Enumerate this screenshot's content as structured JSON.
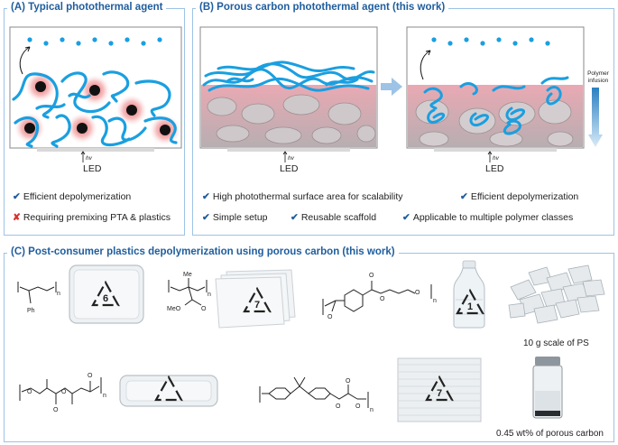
{
  "panel_a": {
    "title": "(A) Typical photothermal agent",
    "led": "LED",
    "hv": "hv",
    "bullets": [
      {
        "icon": "check",
        "text": "Efficient depolymerization"
      },
      {
        "icon": "cross",
        "text": "Requiring premixing PTA & plastics"
      }
    ]
  },
  "panel_b": {
    "title": "(B) Porous carbon photothermal agent (this work)",
    "led_left": "LED",
    "led_right": "LED",
    "hv": "hv",
    "infusion_label": "Polymer infusion",
    "bullets": [
      {
        "icon": "check",
        "text": "High photothermal surface area for scalability"
      },
      {
        "icon": "check",
        "text": "Efficient depolymerization"
      },
      {
        "icon": "check",
        "text": "Simple setup"
      },
      {
        "icon": "check",
        "text": "Reusable scaffold"
      },
      {
        "icon": "check",
        "text": "Applicable to multiple polymer classes"
      }
    ]
  },
  "panel_c": {
    "title": "(C) Post-consumer plastics depolymerization using porous carbon (this work)",
    "recycle_codes": [
      "6",
      "7",
      "1",
      "7"
    ],
    "chem_labels": {
      "ph": "Ph",
      "me": "Me",
      "meo": "MeO",
      "o": "O",
      "n": "n"
    },
    "caption_ps": "10 g scale of PS",
    "caption_carbon": "0.45 wt% of porous carbon"
  },
  "colors": {
    "accent": "#1f5d9e",
    "border": "#9dc3e6",
    "polymer": "#1a9fe0",
    "check": "#1f5d9e",
    "cross": "#d9302c"
  }
}
